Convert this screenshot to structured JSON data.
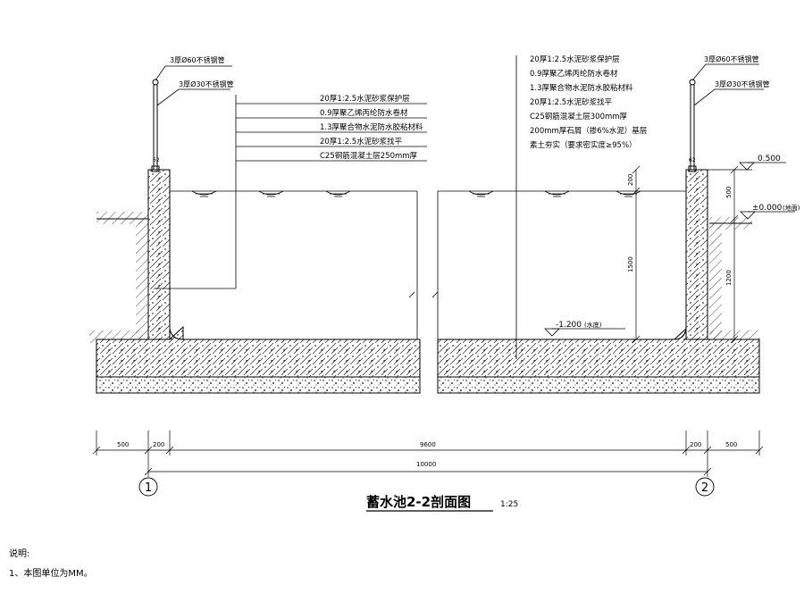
{
  "drawing": {
    "title": "蓄水池2-2剖面图",
    "scale": "1:25",
    "pipe_labels": {
      "left_top": "3厚Ø60不锈钢管",
      "left_bottom": "3厚Ø30不锈钢管",
      "right_top": "3厚Ø60不锈钢管",
      "right_bottom": "3厚Ø30不锈钢管",
      "left_small": "62",
      "right_small": "62"
    },
    "wall_layers": [
      "20厚1:2.5水泥砂浆保护层",
      "0.9厚聚乙烯丙纶防水卷材",
      "1.3厚聚合物水泥防水胶粘材料",
      "20厚1:2.5水泥砂浆找平",
      "C25钢筋混凝土层250mm厚"
    ],
    "floor_layers": [
      "20厚1:2.5水泥砂浆保护层",
      "0.9厚聚乙烯丙纶防水卷材",
      "1.3厚聚合物水泥防水胶粘材料",
      "20厚1:2.5水泥砂浆找平",
      "C25钢筋混凝土层300mm厚",
      "200mm厚石屑（掺6%水泥）基层",
      "素土夯实（要求密实度≥95%）"
    ],
    "elevations": {
      "top": "0.500",
      "ground": "±0.000",
      "ground_note": "(地面)",
      "bottom": "-1.200",
      "bottom_note": "(水底)"
    },
    "vertical_dims": {
      "right_500": "500",
      "right_1200": "1200",
      "inner_200": "200",
      "inner_1500": "1500"
    },
    "horizontal_dims": [
      "500",
      "200",
      "9600",
      "200",
      "500"
    ],
    "total_dim": "10000",
    "axis_labels": [
      "1",
      "2"
    ]
  },
  "notes": {
    "heading": "说明:",
    "item1": "1、本图单位为MM。"
  }
}
